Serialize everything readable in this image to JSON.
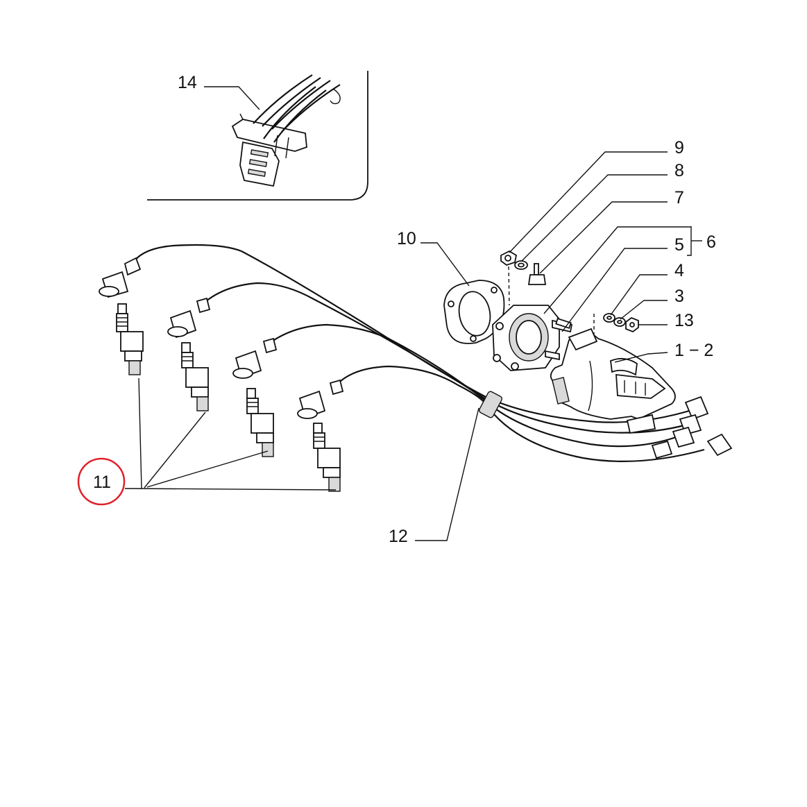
{
  "callouts": {
    "c1_2": "1 − 2",
    "c3": "3",
    "c4": "4",
    "c5": "5",
    "c6": "6",
    "c7": "7",
    "c8": "8",
    "c9": "9",
    "c10": "10",
    "c11": "11",
    "c12": "12",
    "c13": "13",
    "c14": "14"
  },
  "highlight": {
    "callout": "11",
    "color": "#e0202a"
  },
  "parts": {
    "distributor": "distributor-icon",
    "gasket": "gasket-icon",
    "flange": "flange-icon",
    "spark_plug": "spark-plug-icon",
    "ignition_cable": "ignition-cable-icon",
    "cable_holder": "cable-holder-icon"
  }
}
